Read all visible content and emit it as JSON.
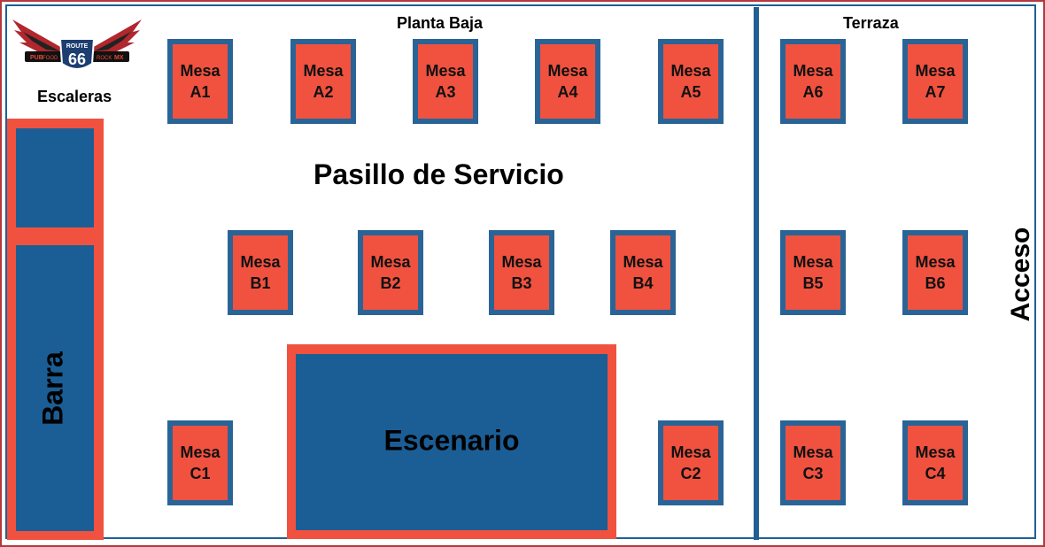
{
  "labels": {
    "planta_baja": "Planta Baja",
    "terraza": "Terraza",
    "escaleras": "Escaleras",
    "pasillo": "Pasillo de Servicio",
    "barra": "Barra",
    "escenario": "Escenario",
    "acceso": "Acceso"
  },
  "logo": {
    "top": "ROUTE",
    "number": "66",
    "left": "PUB",
    "left2": "FOOD",
    "right": "ROCK",
    "right2": "MX"
  },
  "tables": {
    "a1": {
      "word": "Mesa",
      "id": "A1"
    },
    "a2": {
      "word": "Mesa",
      "id": "A2"
    },
    "a3": {
      "word": "Mesa",
      "id": "A3"
    },
    "a4": {
      "word": "Mesa",
      "id": "A4"
    },
    "a5": {
      "word": "Mesa",
      "id": "A5"
    },
    "a6": {
      "word": "Mesa",
      "id": "A6"
    },
    "a7": {
      "word": "Mesa",
      "id": "A7"
    },
    "b1": {
      "word": "Mesa",
      "id": "B1"
    },
    "b2": {
      "word": "Mesa",
      "id": "B2"
    },
    "b3": {
      "word": "Mesa",
      "id": "B3"
    },
    "b4": {
      "word": "Mesa",
      "id": "B4"
    },
    "b5": {
      "word": "Mesa",
      "id": "B5"
    },
    "b6": {
      "word": "Mesa",
      "id": "B6"
    },
    "c1": {
      "word": "Mesa",
      "id": "C1"
    },
    "c2": {
      "word": "Mesa",
      "id": "C2"
    },
    "c3": {
      "word": "Mesa",
      "id": "C3"
    },
    "c4": {
      "word": "Mesa",
      "id": "C4"
    }
  },
  "colors": {
    "table_fill": "#f0523f",
    "table_border": "#2a6496",
    "structure_fill": "#1b5e96",
    "outer_frame": "#b5383c"
  }
}
